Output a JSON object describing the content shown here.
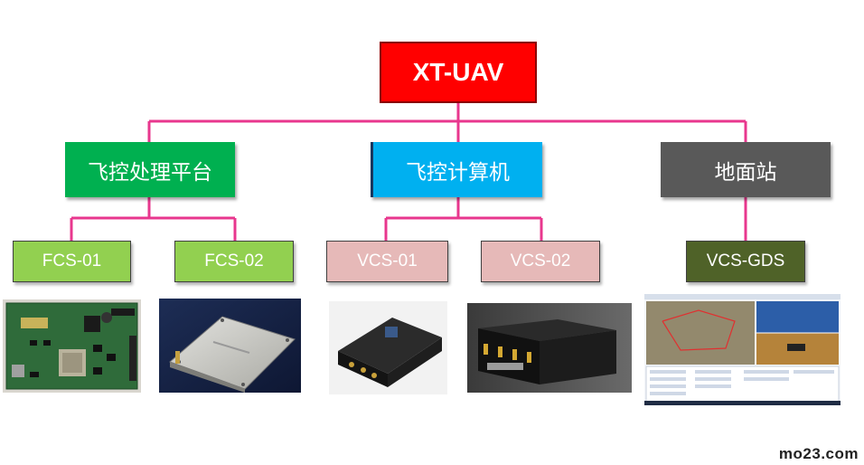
{
  "root": {
    "label": "XT-UAV",
    "color": "#ff0000"
  },
  "branches": [
    {
      "label": "飞控处理平台",
      "color": "#00b050",
      "children": [
        {
          "label": "FCS-01",
          "color": "#92d050"
        },
        {
          "label": "FCS-02",
          "color": "#92d050"
        }
      ]
    },
    {
      "label": "飞控计算机",
      "color": "#00b0f0",
      "children": [
        {
          "label": "VCS-01",
          "color": "#e6b9b8"
        },
        {
          "label": "VCS-02",
          "color": "#e6b9b8"
        }
      ]
    },
    {
      "label": "地面站",
      "color": "#595959",
      "children": [
        {
          "label": "VCS-GDS",
          "color": "#4f6228"
        }
      ]
    }
  ],
  "connector_color": "#e8378e",
  "photos": [
    {
      "depicts": "fcs-01-circuit-board"
    },
    {
      "depicts": "fcs-02-metal-enclosure"
    },
    {
      "depicts": "vcs-01-black-box"
    },
    {
      "depicts": "vcs-02-black-box"
    },
    {
      "depicts": "ground-station-software-screenshot"
    }
  ],
  "watermark": "mo23.com"
}
